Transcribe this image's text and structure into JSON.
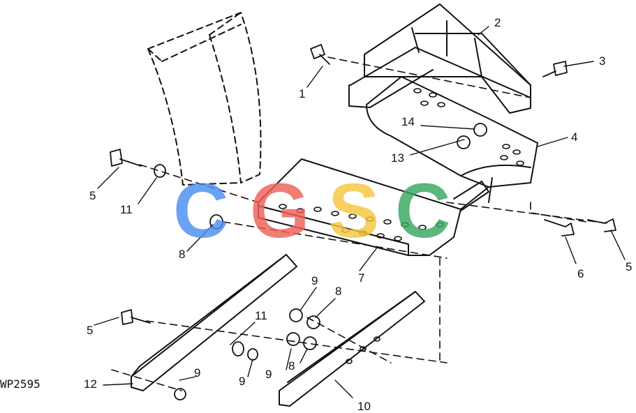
{
  "figure_code": "WP2595",
  "watermark": {
    "letters": [
      "C",
      "G",
      "S",
      "C"
    ],
    "colors": [
      "#4a90f0",
      "#f06058",
      "#f5c840",
      "#38a860"
    ]
  },
  "callouts": {
    "c1": "1",
    "c2": "2",
    "c3": "3",
    "c4": "4",
    "c5a": "5",
    "c5b": "5",
    "c5c": "5",
    "c6": "6",
    "c7": "7",
    "c8a": "8",
    "c8b": "8",
    "c8c": "8",
    "c9a": "9",
    "c9b": "9",
    "c9c": "9",
    "c9d": "9",
    "c10": "10",
    "c11a": "11",
    "c11b": "11",
    "c12": "12",
    "c13": "13",
    "c14": "14"
  }
}
